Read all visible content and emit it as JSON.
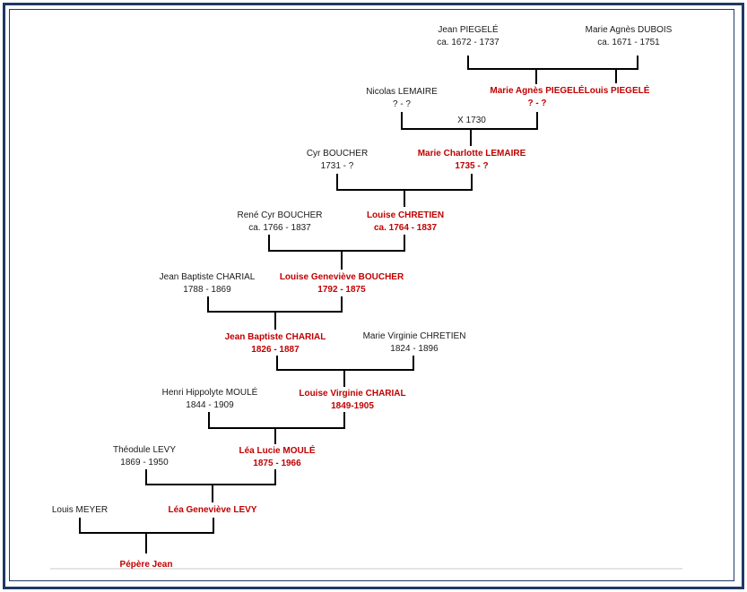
{
  "tree": {
    "people": [
      {
        "id": "jean-piegele",
        "name": "Jean PIEGELÉ",
        "dates": "ca. 1672 - 1737",
        "emphasis": false
      },
      {
        "id": "marie-agnes-dubois",
        "name": "Marie Agnès DUBOIS",
        "dates": "ca. 1671 - 1751",
        "emphasis": false
      },
      {
        "id": "marie-agnes-piegele",
        "name": "Marie Agnès PIEGELÉ",
        "dates": "? - ?",
        "emphasis": true
      },
      {
        "id": "louis-piegele",
        "name": "Louis PIEGELÉ",
        "dates": "",
        "emphasis": true
      },
      {
        "id": "nicolas-lemaire",
        "name": "Nicolas LEMAIRE",
        "dates": "? - ?",
        "emphasis": false
      },
      {
        "id": "marie-charlotte-lemaire",
        "name": "Marie Charlotte LEMAIRE",
        "dates": "1735 - ?",
        "emphasis": true
      },
      {
        "id": "cyr-boucher",
        "name": "Cyr BOUCHER",
        "dates": "1731 - ?",
        "emphasis": false
      },
      {
        "id": "louise-chretien",
        "name": "Louise CHRETIEN",
        "dates": "ca. 1764 - 1837",
        "emphasis": true
      },
      {
        "id": "rene-cyr-boucher",
        "name": "René Cyr BOUCHER",
        "dates": "ca. 1766 - 1837",
        "emphasis": false
      },
      {
        "id": "louise-genevieve-boucher",
        "name": "Louise Geneviève BOUCHER",
        "dates": "1792 - 1875",
        "emphasis": true
      },
      {
        "id": "jean-baptiste-charial-1788",
        "name": "Jean Baptiste CHARIAL",
        "dates": "1788 - 1869",
        "emphasis": false
      },
      {
        "id": "jean-baptiste-charial-1826",
        "name": "Jean Baptiste CHARIAL",
        "dates": "1826 - 1887",
        "emphasis": true
      },
      {
        "id": "marie-virginie-chretien",
        "name": "Marie Virginie CHRETIEN",
        "dates": "1824 - 1896",
        "emphasis": false
      },
      {
        "id": "henri-hippolyte-moule",
        "name": "Henri Hippolyte MOULÉ",
        "dates": "1844 - 1909",
        "emphasis": false
      },
      {
        "id": "louise-virginie-charial",
        "name": "Louise Virginie CHARIAL",
        "dates": "1849-1905",
        "emphasis": true
      },
      {
        "id": "theodule-levy",
        "name": "Théodule LEVY",
        "dates": "1869 - 1950",
        "emphasis": false
      },
      {
        "id": "lea-lucie-moule",
        "name": "Léa Lucie MOULÉ",
        "dates": "1875 - 1966",
        "emphasis": true
      },
      {
        "id": "louis-meyer",
        "name": "Louis MEYER",
        "dates": "",
        "emphasis": false
      },
      {
        "id": "lea-genevieve-levy",
        "name": "Léa Geneviève LEVY",
        "dates": "",
        "emphasis": true
      },
      {
        "id": "pepere-jean",
        "name": "Pépère Jean",
        "dates": "",
        "emphasis": true
      }
    ],
    "marriage_label": "X 1730",
    "colors": {
      "frame": "#1f3864",
      "line": "#000000",
      "emphasis_text": "#c00000",
      "normal_text": "#1a1a1a"
    }
  }
}
